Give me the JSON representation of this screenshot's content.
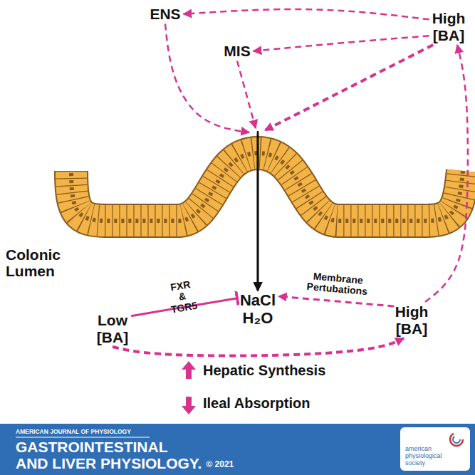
{
  "diagram": {
    "nodes": [
      {
        "text": [
          "ENS"
        ]
      },
      {
        "text": [
          "High [BA]"
        ]
      },
      {
        "text": [
          "MIS"
        ]
      },
      {
        "text": [
          "NaCl H₂O"
        ]
      },
      {
        "text": [
          "Low [BA]"
        ]
      },
      {
        "text": [
          "High [BA]"
        ]
      }
    ],
    "edges": [
      {
        "from": 1,
        "to": 0,
        "arrow": "to"
      },
      {
        "from": 1,
        "to": 2,
        "arrow": "to"
      },
      {
        "from": 1,
        "to": 3,
        "arrow": "to"
      },
      {
        "from": 0,
        "to": 3,
        "arrow": "to"
      },
      {
        "from": 2,
        "to": 3,
        "arrow": "to"
      },
      {
        "from": 4,
        "to": 3,
        "label": "FXR & TGR5",
        "arrow": "to"
      },
      {
        "from": 5,
        "to": 3,
        "label": "Membrane Pertubations",
        "arrow": "to"
      },
      {
        "from": 4,
        "to": 5,
        "arrow": "to"
      },
      {
        "from": 5,
        "to": 1,
        "arrow": "to"
      }
    ],
    "labels": [
      "Colonic Lumen",
      "Hepatic Synthesis",
      "Ileal Absorption",
      "AMERICAN JOURNAL OF PHYSIOLOGY",
      "GASTROINTESTINAL",
      "AND LIVER PHYSIOLOGY.",
      "© 2021",
      "american physiological society"
    ]
  }
}
